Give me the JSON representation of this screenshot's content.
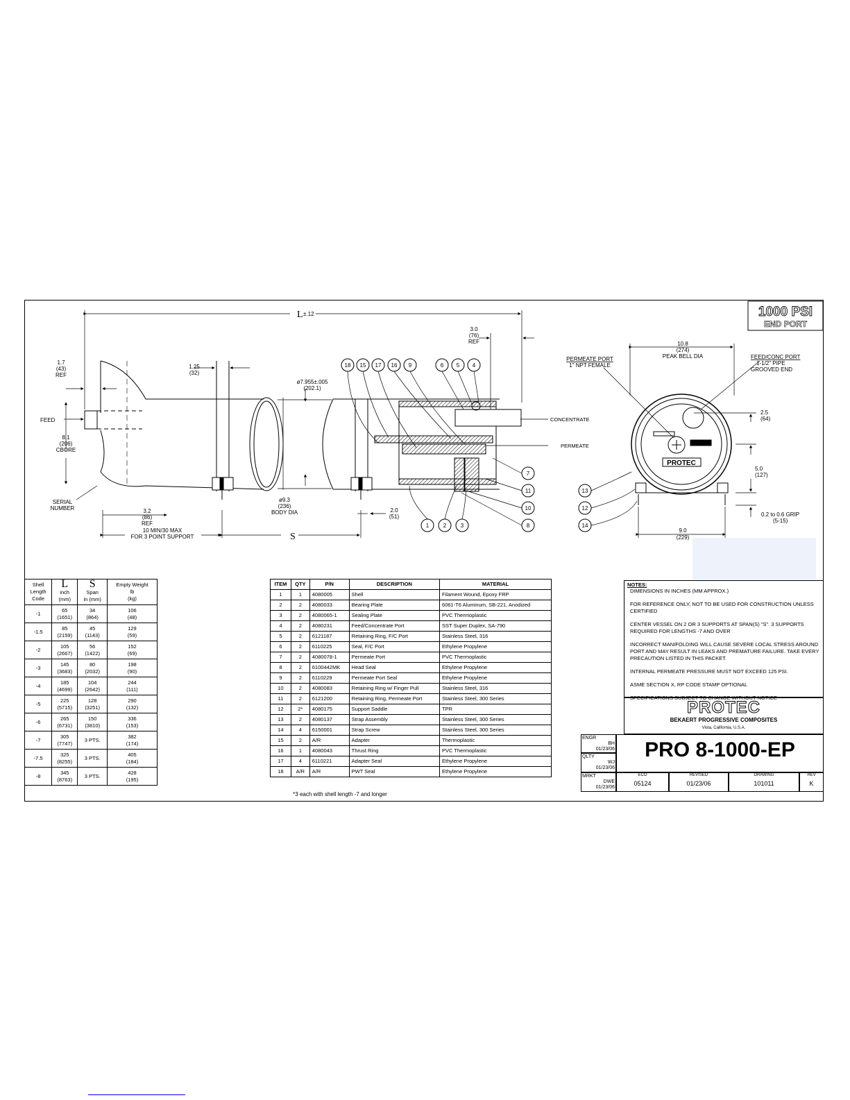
{
  "badge": {
    "psi": "1000 PSI",
    "subtitle": "END PORT"
  },
  "dims": {
    "L": "L",
    "L_tol": "±.12",
    "ref_17": [
      "1.7",
      "(43)",
      "REF"
    ],
    "d_125": [
      "1.25",
      "(32)"
    ],
    "dia_7955": [
      "ø7.955±.005",
      "(202.1)"
    ],
    "ref_30": [
      "3.0",
      "(76)",
      "REF"
    ],
    "feed": "FEED",
    "cbore": [
      "8.1",
      "(206)",
      "CBORE"
    ],
    "serial": [
      "SERIAL",
      "NUMBER"
    ],
    "ref_32": [
      "3.2",
      "(86)",
      "REF"
    ],
    "support": [
      "10 MIN/30 MAX",
      "FOR 3 POINT SUPPORT"
    ],
    "S": "S",
    "body_dia": [
      "ø9.3",
      "(236)",
      "BODY DIA"
    ],
    "d_20": [
      "2.0",
      "(51)"
    ],
    "concentrate": "CONCENTRATE",
    "permeate": "PERMEATE",
    "permeate_port": [
      "PERMEATE PORT",
      "1\" NPT FEMALE"
    ],
    "peak_bell": [
      "10.8",
      "(274)",
      "PEAK BELL DIA"
    ],
    "feed_conc": [
      "FEED/CONC PORT",
      "1-1/2\" PIPE",
      "GROOVED END"
    ],
    "d_25": [
      "2.5",
      "(64)"
    ],
    "d_50": [
      "5.0",
      "(127)"
    ],
    "grip": [
      "0.2 to 0.6 GRIP",
      "(5-15)"
    ],
    "d_90": [
      "9.0",
      "(229)"
    ]
  },
  "callouts_top": [
    "18",
    "15",
    "17",
    "16",
    "9",
    "6",
    "5",
    "4"
  ],
  "callouts_right": [
    "7",
    "11",
    "10",
    "8"
  ],
  "callouts_bottom": [
    "1",
    "2",
    "3"
  ],
  "callouts_end": [
    "13",
    "12",
    "14"
  ],
  "shell_table": {
    "headers": [
      [
        "Shell",
        "Length",
        "Code"
      ],
      [
        "L",
        "inch",
        "(mm)"
      ],
      [
        "S",
        "Span",
        "in (mm)"
      ],
      [
        "Empty Weight",
        "lb",
        "(kg)"
      ]
    ],
    "rows": [
      [
        "-1",
        "65",
        "(1651)",
        "34",
        "(864)",
        "106",
        "(48)"
      ],
      [
        "-1.5",
        "85",
        "(2159)",
        "45",
        "(1143)",
        "129",
        "(59)"
      ],
      [
        "-2",
        "105",
        "(2667)",
        "56",
        "(1422)",
        "152",
        "(69)"
      ],
      [
        "-3",
        "145",
        "(3683)",
        "80",
        "(2032)",
        "198",
        "(90)"
      ],
      [
        "-4",
        "185",
        "(4699)",
        "104",
        "(2642)",
        "244",
        "(111)"
      ],
      [
        "-5",
        "225",
        "(5715)",
        "128",
        "(3251)",
        "290",
        "(132)"
      ],
      [
        "-6",
        "265",
        "(6731)",
        "150",
        "(3810)",
        "336",
        "(153)"
      ],
      [
        "-7",
        "305",
        "(7747)",
        "3 PTS.",
        "",
        "382",
        "(174)"
      ],
      [
        "-7.5",
        "325",
        "(8255)",
        "3 PTS.",
        "",
        "405",
        "(184)"
      ],
      [
        "-8",
        "345",
        "(8763)",
        "3 PTS.",
        "",
        "428",
        "(195)"
      ]
    ]
  },
  "parts_table": {
    "headers": [
      "ITEM",
      "QTY",
      "P/N",
      "DESCRIPTION",
      "MATERIAL"
    ],
    "rows": [
      [
        "1",
        "1",
        "4080005",
        "Shell",
        "Filament Wound, Epoxy FRP"
      ],
      [
        "2",
        "2",
        "4080033",
        "Bearing Plate",
        "6061-T6 Aluminum, SB-221, Anodized"
      ],
      [
        "3",
        "2",
        "4080065-1",
        "Sealing Plate",
        "PVC Thermoplastic"
      ],
      [
        "4",
        "2",
        "4080231",
        "Feed/Concentrate Port",
        "SST Super Duplex, SA-790"
      ],
      [
        "5",
        "2",
        "6121187",
        "Retaining Ring, F/C Port",
        "Stainless Steel, 316"
      ],
      [
        "6",
        "2",
        "6110225",
        "Seal, F/C Port",
        "Ethylene Propylene"
      ],
      [
        "7",
        "2",
        "4080078-1",
        "Permeate Port",
        "PVC Thermoplastic"
      ],
      [
        "8",
        "2",
        "6100442MK",
        "Head Seal",
        "Ethylene Propylene"
      ],
      [
        "9",
        "2",
        "6110229",
        "Permeate Port Seal",
        "Ethylene Propylene"
      ],
      [
        "10",
        "2",
        "4080083",
        "Retaining Ring w/ Finger Pull",
        "Stainless Steel, 316"
      ],
      [
        "11",
        "2",
        "6121200",
        "Retaining Ring, Permeate Port",
        "Stainless Steel, 300 Series"
      ],
      [
        "12",
        "2*",
        "4080175",
        "Support Saddle",
        "TPR"
      ],
      [
        "13",
        "2",
        "4080137",
        "Strap Assembly",
        "Stainless Steel, 300 Series"
      ],
      [
        "14",
        "4",
        "6150001",
        "Strap Screw",
        "Stainless Steel, 300 Series"
      ],
      [
        "15",
        "2",
        "A/R",
        "Adapter",
        "Thermoplastic"
      ],
      [
        "16",
        "1",
        "4080043",
        "Thrust Ring",
        "PVC Thermoplastic"
      ],
      [
        "17",
        "4",
        "6110221",
        "Adapter Seal",
        "Ethylene Propylene"
      ],
      [
        "18",
        "A/R",
        "A/R",
        "PWT Seal",
        "Ethylene Propylene"
      ]
    ],
    "footnote": "*3 each with shell length -7 and longer"
  },
  "notes": {
    "heading": "NOTES:",
    "items": [
      "DIMENSIONS IN INCHES (MM APPROX.)",
      "FOR REFERENCE ONLY, NOT TO BE USED FOR CONSTRUCTION UNLESS CERTIFIED",
      "CENTER VESSEL ON 2 OR 3 SUPPORTS AT SPAN(S) \"S\". 3 SUPPORTS REQUIRED FOR LENGTHS -7 AND OVER",
      "INCORRECT MANIFOLDING WILL CAUSE SEVERE LOCAL STRESS AROUND PORT AND MAY RESULT IN LEAKS AND PREMATURE FAILURE. TAKE EVERY PRECAUTION LISTED IN THIS PACKET.",
      "INTERNAL PERMEATE PRESSURE MUST NOT EXCEED 125 PSI.",
      "ASME SECTION X, RP CODE STAMP OPTIONAL",
      "SPECIFICATIONS SUBJECT TO CHANGE WITHOUT NOTICE"
    ]
  },
  "logo": {
    "brand": "PROTEC",
    "company": "BEKAERT PROGRESSIVE COMPOSITES",
    "location": "Vista, California, U.S.A."
  },
  "title_block": {
    "engr": [
      "ENGR",
      "BH",
      "01/23/06"
    ],
    "qlty": [
      "QLTY",
      "WJ",
      "01/23/06"
    ],
    "mrkt": [
      "MRKT",
      "DWE",
      "01/23/06"
    ],
    "model": "PRO 8-1000-EP",
    "eco_label": "ECO",
    "eco": "05124",
    "revised_label": "REVISED",
    "revised": "01/23/06",
    "drawing_label": "DRAWING",
    "drawing": "101011",
    "rev_label": "REV",
    "rev": "K"
  }
}
